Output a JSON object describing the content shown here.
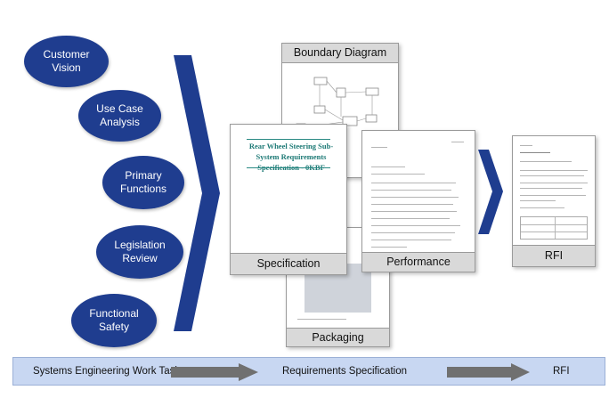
{
  "left_items": [
    {
      "label": "Customer\nVision"
    },
    {
      "label": "Use Case\nAnalysis"
    },
    {
      "label": "Primary\nFunctions"
    },
    {
      "label": "Legislation\nReview"
    },
    {
      "label": "Functional\nSafety"
    }
  ],
  "documents": {
    "boundary": {
      "label": "Boundary Diagram"
    },
    "specification": {
      "label": "Specification",
      "doc_title": "Rear Wheel Steering Sub-System Requirements Specification - 0KBF"
    },
    "performance": {
      "label": "Performance"
    },
    "packaging": {
      "label": "Packaging"
    },
    "rfi": {
      "label": "RFI"
    }
  },
  "bottom_bar": {
    "left": "Systems Engineering Work Tasks",
    "middle": "Requirements Specification",
    "right": "RFI"
  },
  "colors": {
    "ellipse": "#1f3d8f",
    "chevron": "#1f3d8f",
    "bar": "#c8d7f2",
    "arrow": "#707070"
  }
}
